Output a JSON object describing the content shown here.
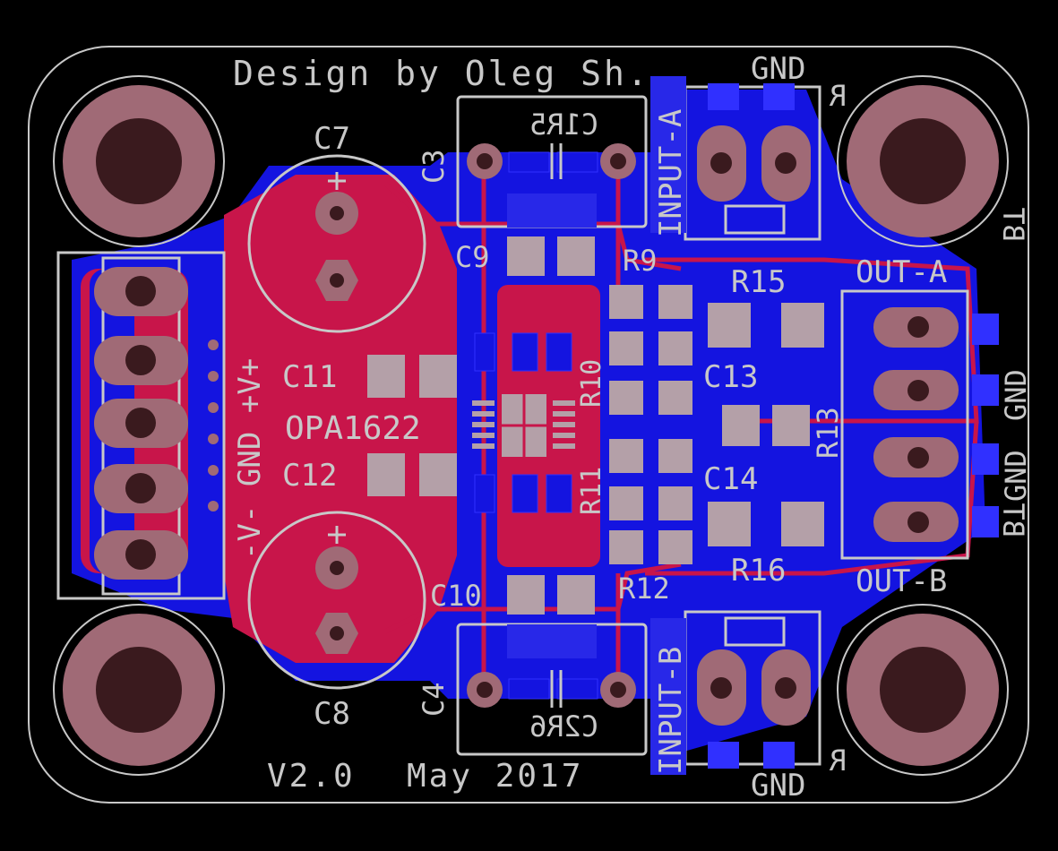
{
  "colors": {
    "background": "#000000",
    "top_copper": "#c8154a",
    "bottom_copper": "#1414e0",
    "pad": "#a06a76",
    "hole": "#3a1a1e",
    "silkscreen": "#c8c8c8",
    "smd_pad": "#b4a0a8"
  },
  "header": {
    "credit": "Design by Oleg Sh."
  },
  "footer": {
    "version": "V2.0",
    "date": "May 2017"
  },
  "labels": {
    "c7": "C7",
    "c8": "C8",
    "c3": "C3",
    "c4": "C4",
    "c9": "C9",
    "c10": "C10",
    "c11": "C11",
    "c12": "C12",
    "c13": "C13",
    "c14": "C14",
    "c1r5": "C1R5",
    "c2r6": "C2R6",
    "r9": "R9",
    "r10": "R10",
    "r11": "R11",
    "r12": "R12",
    "r13": "R13",
    "r15": "R15",
    "r16": "R16",
    "ic": "OPA1622",
    "input_a": "INPUT-A",
    "input_b": "INPUT-B",
    "out_a": "OUT-A",
    "out_b": "OUT-B",
    "gnd_top": "GND",
    "gnd_bottom": "GND",
    "gnd_right_1": "GND",
    "gnd_right_2": "GND",
    "power_label": "-V- GND +V+",
    "r_top": "R",
    "r_bottom": "R",
    "bt_top": "BT",
    "bt_bottom": "BT"
  }
}
